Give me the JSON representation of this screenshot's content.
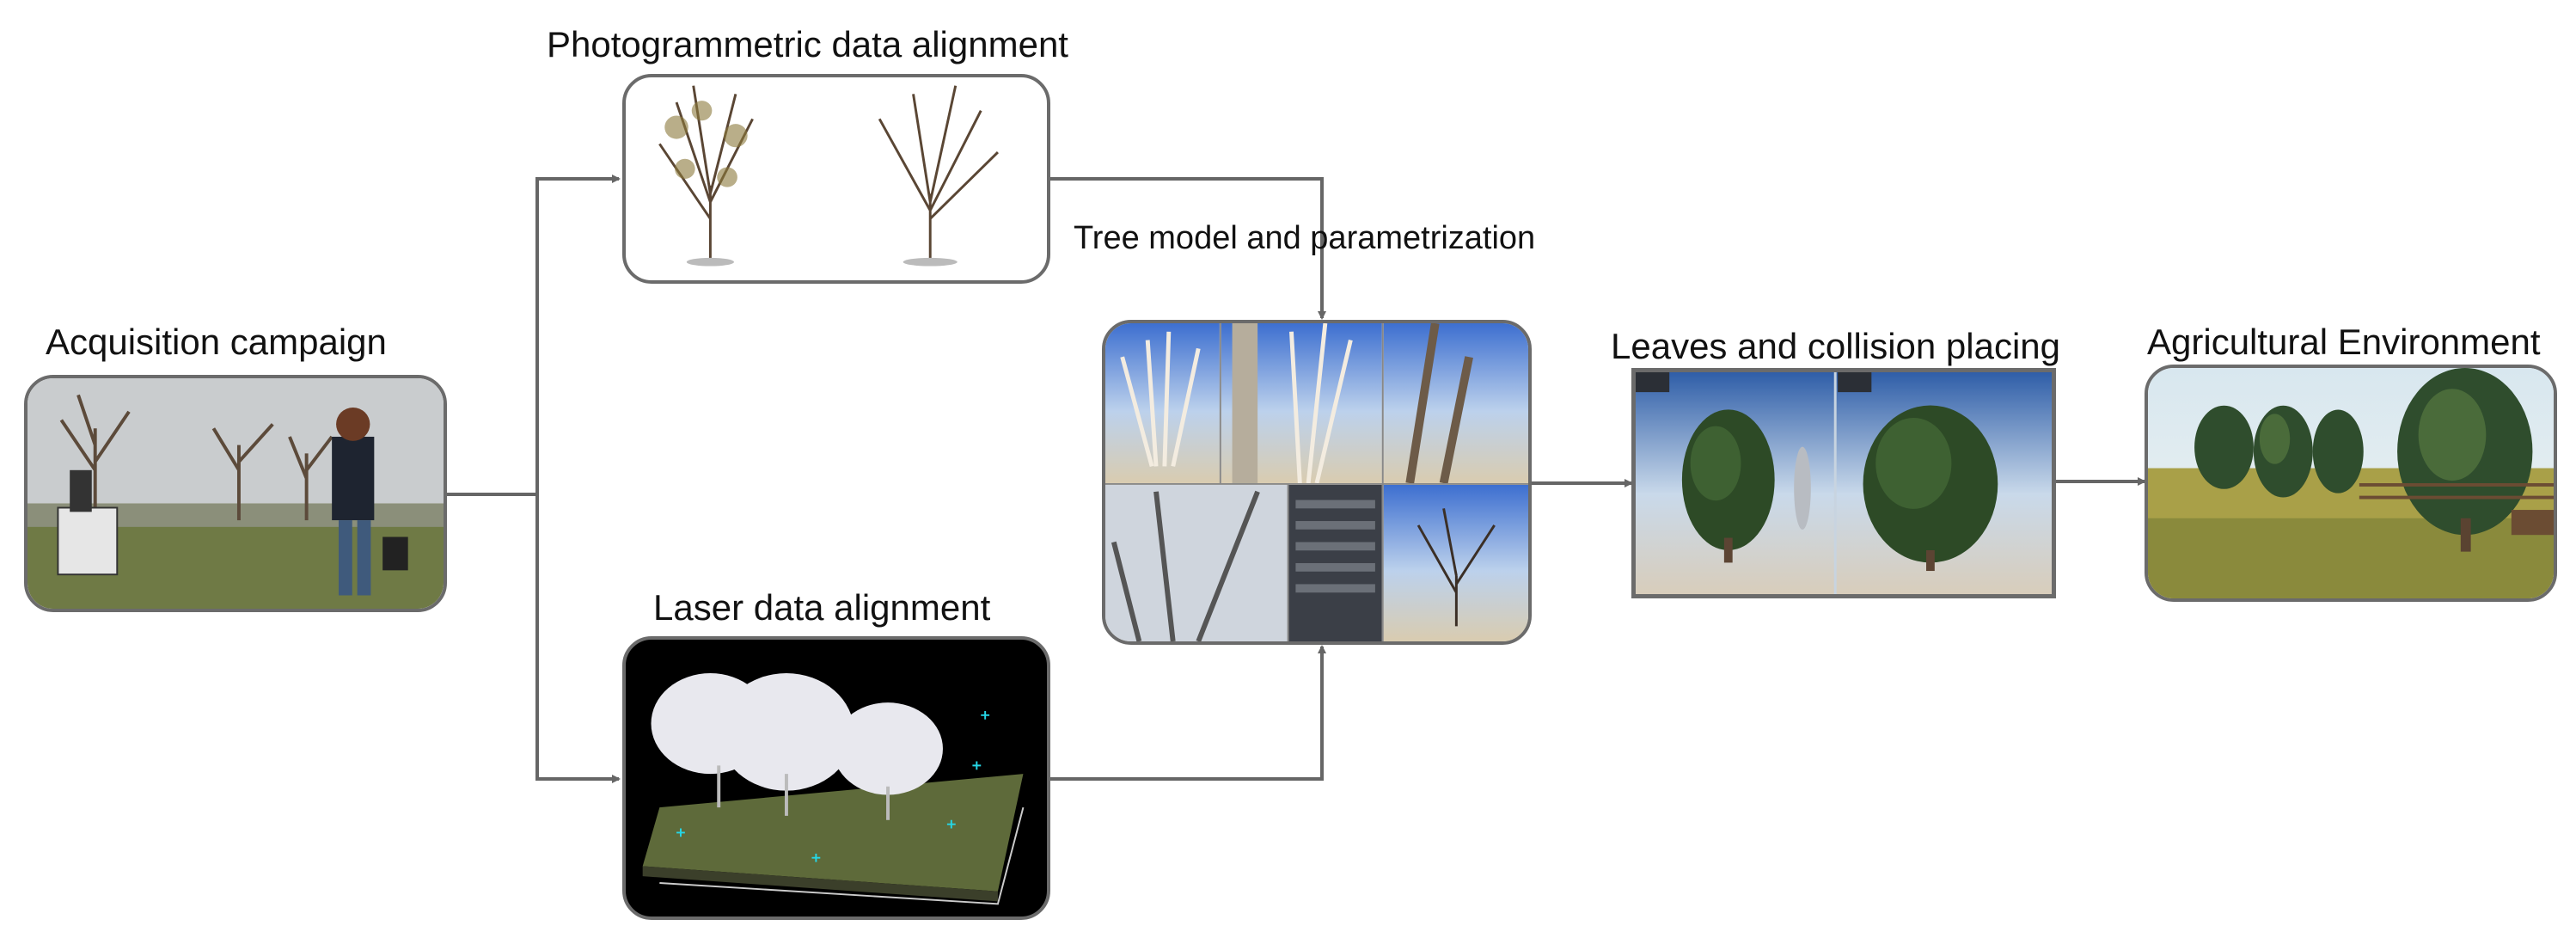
{
  "diagram": {
    "nodes": [
      {
        "id": "acquisition",
        "title": "Acquisition campaign"
      },
      {
        "id": "photogrammetric",
        "title": "Photogrammetric data alignment"
      },
      {
        "id": "laser",
        "title": "Laser data alignment"
      },
      {
        "id": "tree_model",
        "title": "Tree model and parametrization"
      },
      {
        "id": "leaves",
        "title": "Leaves and collision placing"
      },
      {
        "id": "environment",
        "title": "Agricultural Environment"
      }
    ],
    "edges": [
      {
        "from": "acquisition",
        "to": "photogrammetric"
      },
      {
        "from": "acquisition",
        "to": "laser"
      },
      {
        "from": "photogrammetric",
        "to": "tree_model"
      },
      {
        "from": "laser",
        "to": "tree_model"
      },
      {
        "from": "tree_model",
        "to": "leaves"
      },
      {
        "from": "leaves",
        "to": "environment"
      }
    ]
  },
  "colors": {
    "connector": "#666666",
    "panel_border": "#6b6b6b",
    "text": "#111111"
  }
}
